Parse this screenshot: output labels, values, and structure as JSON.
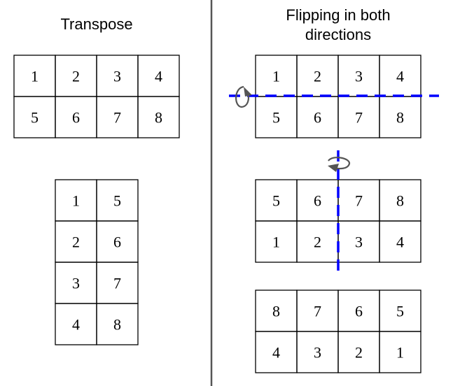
{
  "left": {
    "title": "Transpose",
    "original": [
      [
        "1",
        "2",
        "3",
        "4"
      ],
      [
        "5",
        "6",
        "7",
        "8"
      ]
    ],
    "transposed": [
      [
        "1",
        "5"
      ],
      [
        "2",
        "6"
      ],
      [
        "3",
        "7"
      ],
      [
        "4",
        "8"
      ]
    ]
  },
  "right": {
    "title_line1": "Flipping in both",
    "title_line2": "directions",
    "original": [
      [
        "1",
        "2",
        "3",
        "4"
      ],
      [
        "5",
        "6",
        "7",
        "8"
      ]
    ],
    "flipped_vertical": [
      [
        "5",
        "6",
        "7",
        "8"
      ],
      [
        "1",
        "2",
        "3",
        "4"
      ]
    ],
    "flipped_both": [
      [
        "8",
        "7",
        "6",
        "5"
      ],
      [
        "4",
        "3",
        "2",
        "1"
      ]
    ]
  },
  "colors": {
    "axis": "#0000ff",
    "grid": "#000000",
    "divider": "#555555",
    "arrow": "#555555"
  }
}
